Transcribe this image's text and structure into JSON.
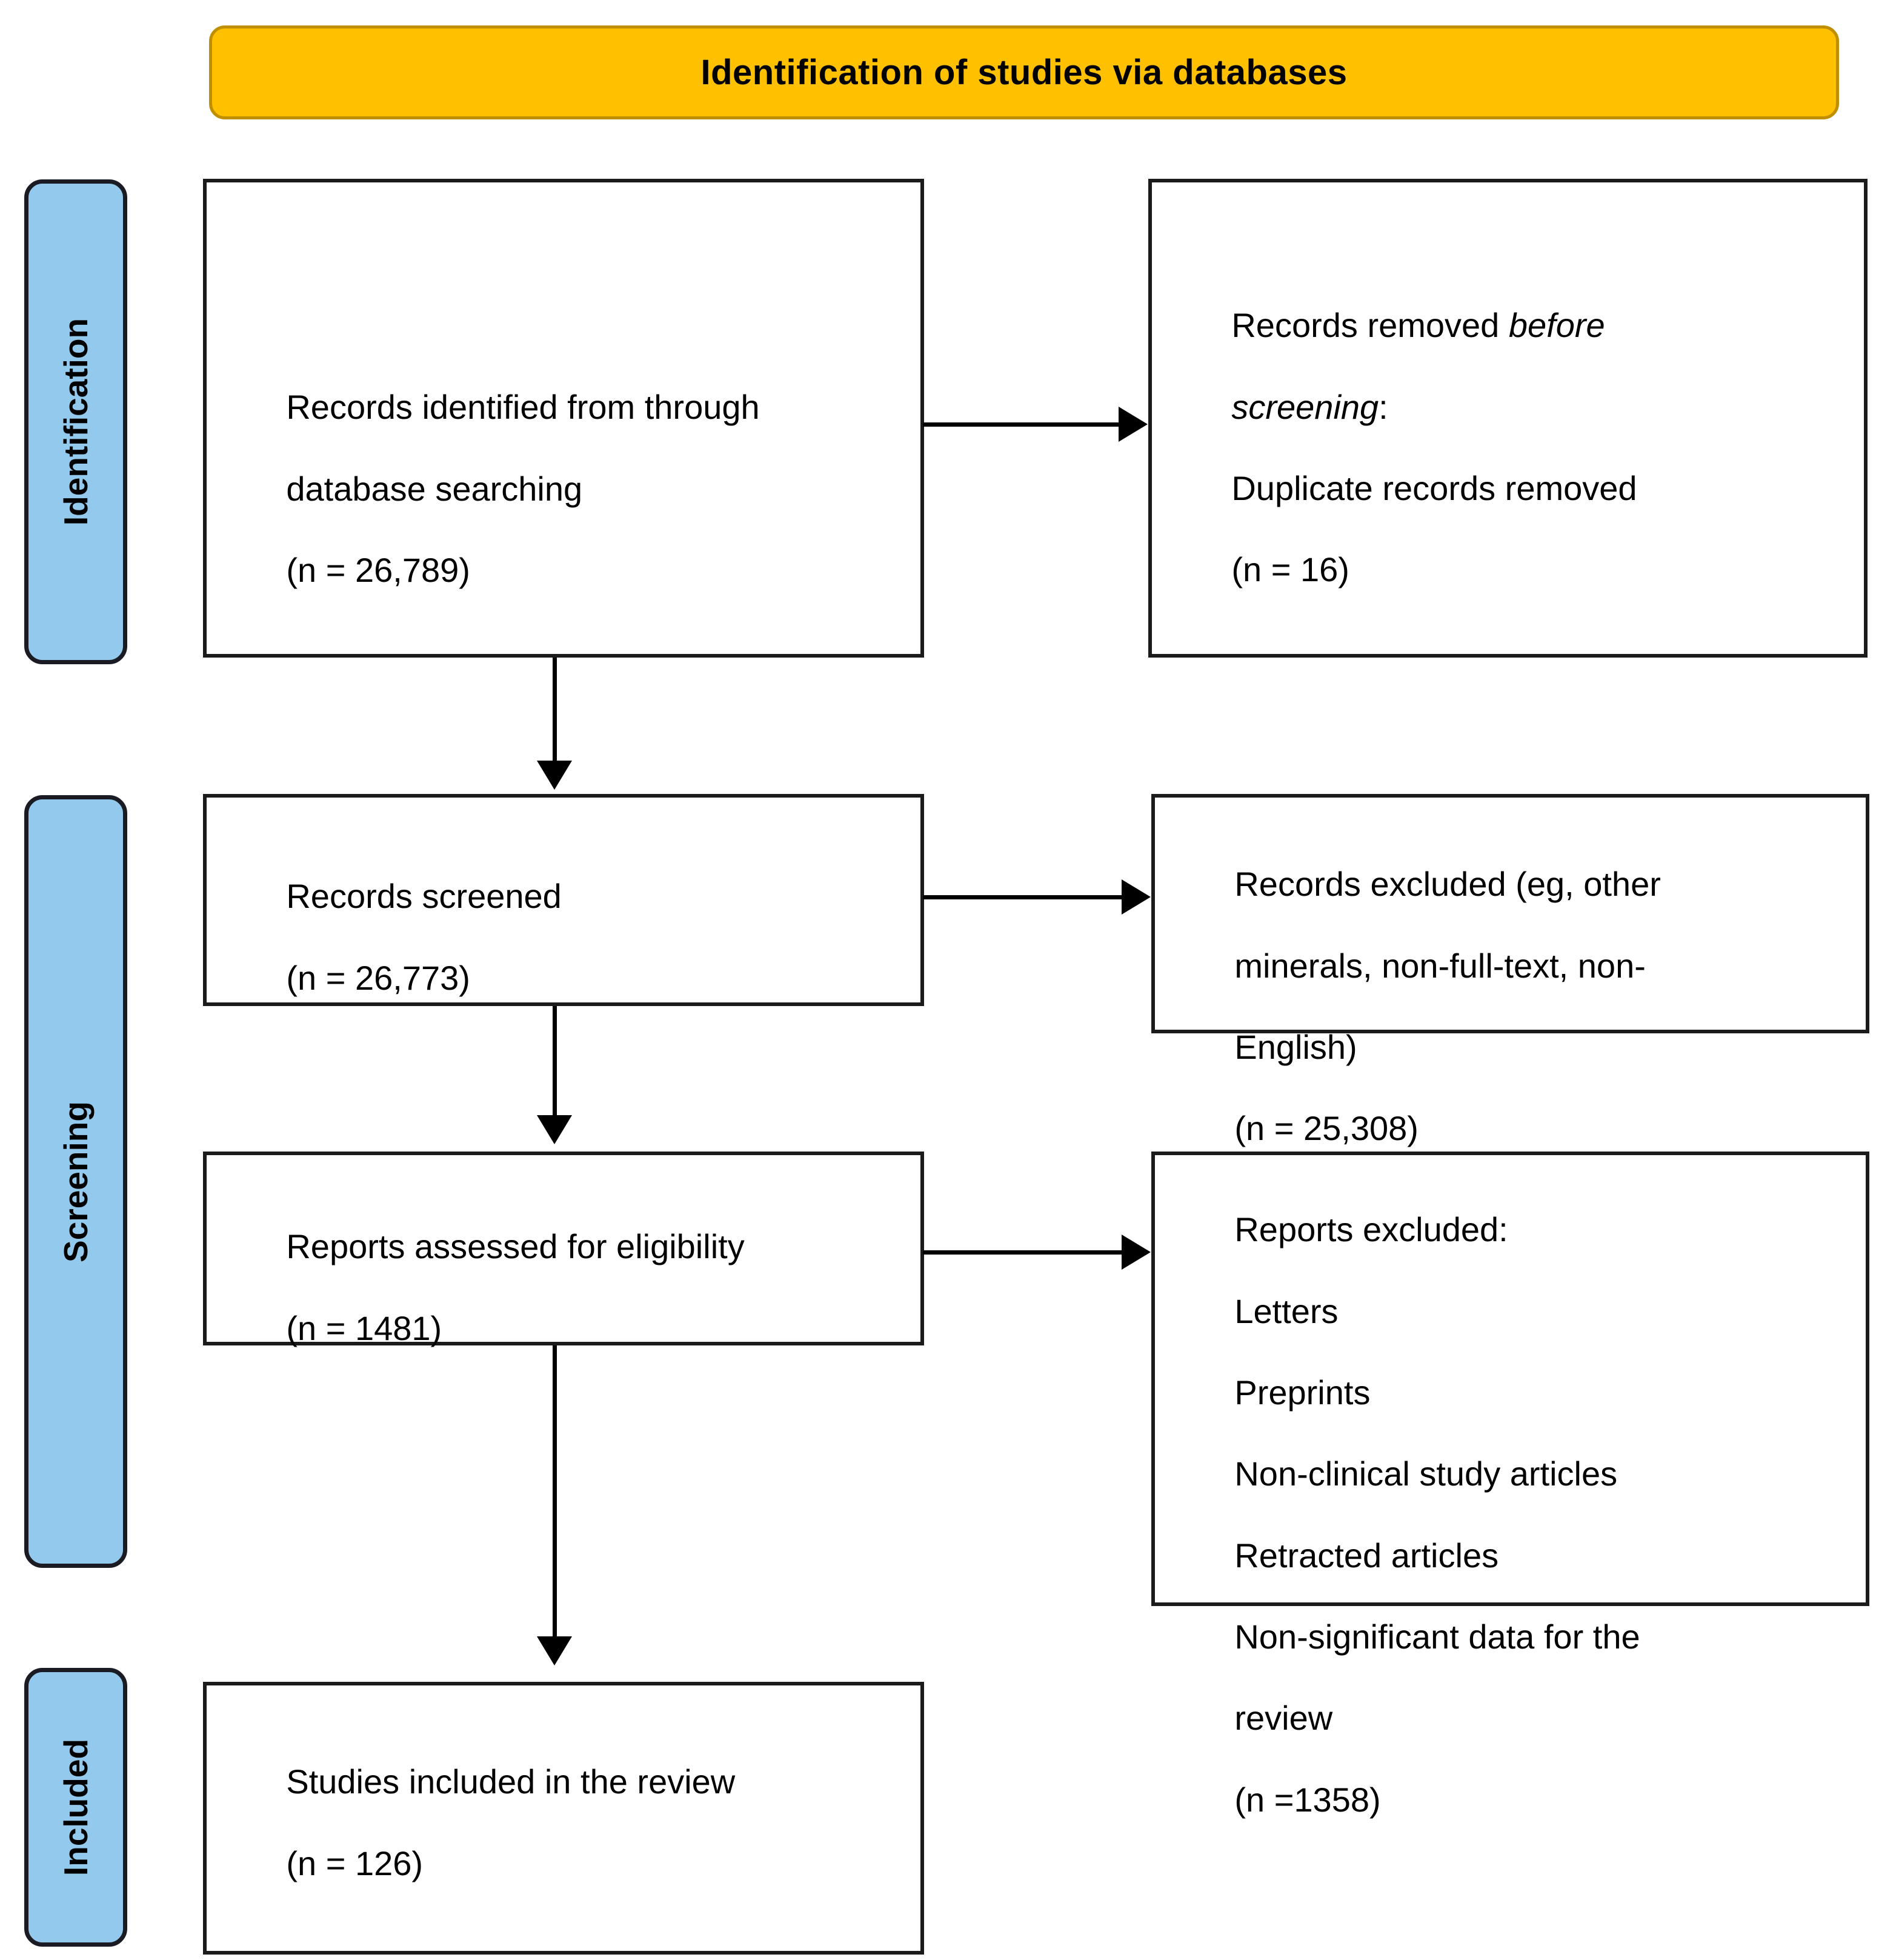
{
  "banner": {
    "title": "Identification of studies via databases"
  },
  "colors": {
    "banner_fill": "#FFC000",
    "banner_border": "#BF8F00",
    "stage_tab_fill": "#93C9EC",
    "stage_tab_border": "#1B1B24",
    "box_border": "#1B1B1B",
    "text": "#000000",
    "page_background": "#FFFFFF"
  },
  "stages": [
    {
      "label": "Identification"
    },
    {
      "label": "Screening"
    },
    {
      "label": "Included"
    }
  ],
  "boxes": {
    "identified": {
      "line1": "Records identified from through",
      "line2": "database searching",
      "line3": "(n = 26,789)"
    },
    "removed_before_screening": {
      "line1_normal": "Records removed ",
      "line1_italic": "before",
      "line2_italic": "screening",
      "line2_normal": ":",
      "line3": "Duplicate records removed",
      "line4": "(n = 16)"
    },
    "records_screened": {
      "line1": "Records screened",
      "line2": "(n = 26,773)"
    },
    "records_excluded": {
      "line1": "Records excluded (eg, other",
      "line2": "minerals, non-full-text, non-",
      "line3": "English)",
      "line4": "(n = 25,308)"
    },
    "reports_assessed": {
      "line1": "Reports assessed for eligibility",
      "line2": "(n = 1481)"
    },
    "reports_excluded": {
      "line1": "Reports excluded:",
      "line2": "Letters",
      "line3": "Preprints",
      "line4": "Non-clinical study articles",
      "line5": "Retracted articles",
      "line6": "Non-significant data for the",
      "line7": "review",
      "line8": "(n =1358)"
    },
    "studies_included": {
      "line1": "Studies included in the review",
      "line2": "(n = 126)"
    }
  },
  "flow_data": {
    "type": "prisma-flow",
    "identified_n": 26789,
    "duplicates_removed_n": 16,
    "records_screened_n": 26773,
    "records_excluded_n": 25308,
    "reports_assessed_n": 1481,
    "reports_excluded_n": 1358,
    "studies_included_n": 126
  }
}
